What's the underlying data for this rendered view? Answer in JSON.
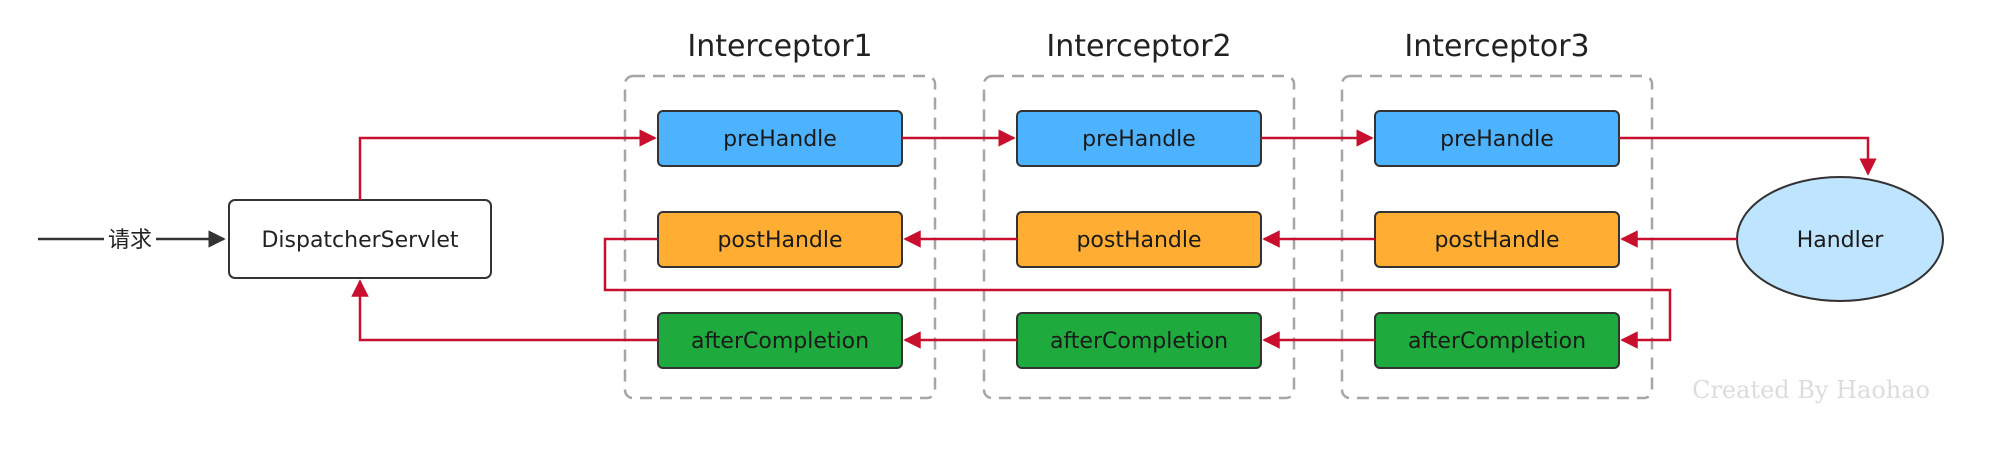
{
  "request_label": "请求",
  "dispatcher_label": "DispatcherServlet",
  "handler_label": "Handler",
  "watermark": "Created By Haohao",
  "interceptors": [
    {
      "title": "Interceptor1",
      "pre": "preHandle",
      "post": "postHandle",
      "after": "afterCompletion"
    },
    {
      "title": "Interceptor2",
      "pre": "preHandle",
      "post": "postHandle",
      "after": "afterCompletion"
    },
    {
      "title": "Interceptor3",
      "pre": "preHandle",
      "post": "postHandle",
      "after": "afterCompletion"
    }
  ],
  "colors": {
    "pre": "#4db3ff",
    "post": "#ffad33",
    "after": "#1eaa3c",
    "handler": "#bfe4ff",
    "arrow": "#c8102e",
    "request_arrow": "#333333",
    "group_border": "#a6a6a6"
  }
}
